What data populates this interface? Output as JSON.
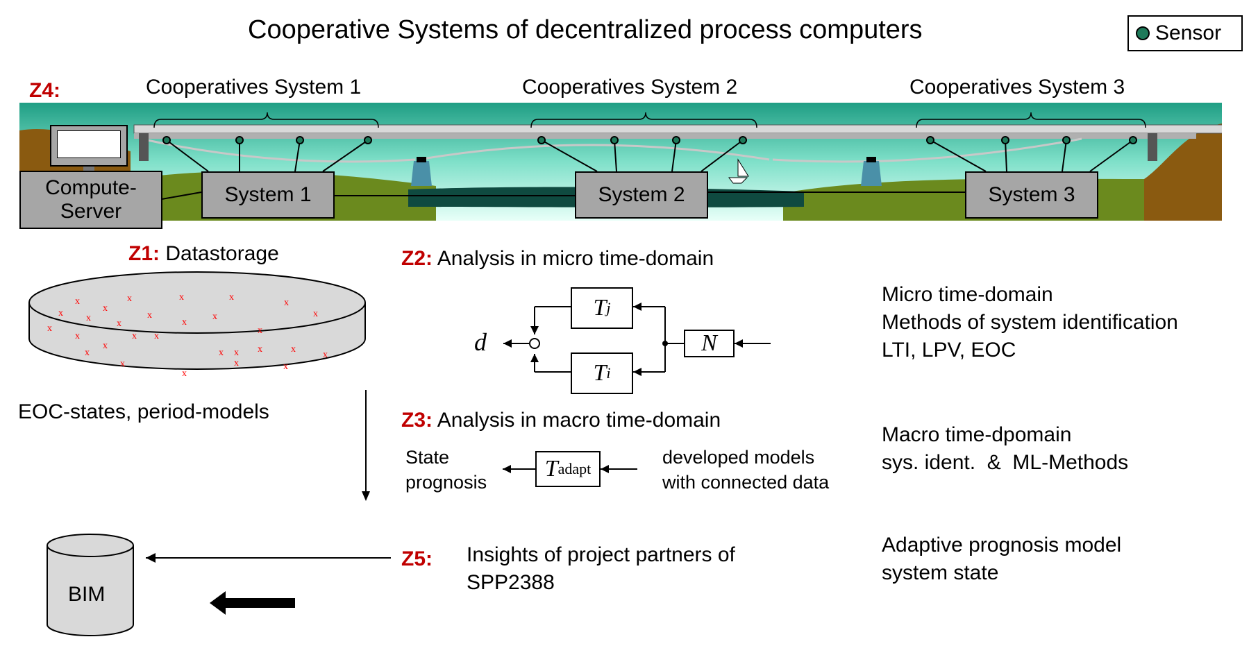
{
  "title": "Cooperative Systems of decentralized process computers",
  "legend": {
    "label": "Sensor",
    "icon": "sensor-dot-icon",
    "color": "#1e7a5a"
  },
  "z_labels": {
    "z1": "Z1:",
    "z2": "Z2:",
    "z3": "Z3:",
    "z4": "Z4:",
    "z5": "Z5:"
  },
  "cooperatives": [
    {
      "label": "Cooperatives System 1"
    },
    {
      "label": "Cooperatives System 2"
    },
    {
      "label": "Cooperatives System 3"
    }
  ],
  "systems": [
    {
      "label": "System 1"
    },
    {
      "label": "System 2"
    },
    {
      "label": "System 3"
    }
  ],
  "compute_server": {
    "line1": "Compute-",
    "line2": "Server"
  },
  "z1": {
    "title": "Datastorage",
    "caption": "EOC-states, period-models"
  },
  "z2": {
    "title": "Analysis in micro time-domain",
    "blocks": {
      "tj": "T",
      "tj_sub": "j",
      "ti": "T",
      "ti_sub": "i",
      "n": "N",
      "d": "d"
    }
  },
  "z3": {
    "title": "Analysis in macro time-domain",
    "block": "T",
    "block_sub": "adapt",
    "left_line1": "State",
    "left_line2": "prognosis",
    "right_line1": "developed models",
    "right_line2": "with connected data"
  },
  "z5": {
    "line1": "Insights of project partners of",
    "line2": "SPP2388"
  },
  "bim": {
    "label": "BIM"
  },
  "right_notes": {
    "micro": [
      "Micro time-domain",
      "Methods of system identification",
      "LTI, LPV, EOC"
    ],
    "macro": [
      "Macro time-dpomain",
      "sys. ident.  &  ML-Methods"
    ],
    "adaptive": [
      "Adaptive prognosis model",
      "system state"
    ]
  },
  "colors": {
    "z_accent": "#c00000",
    "sensor": "#1e7a5a",
    "box_fill": "#a6a6a6",
    "marker": "#ff0000"
  }
}
